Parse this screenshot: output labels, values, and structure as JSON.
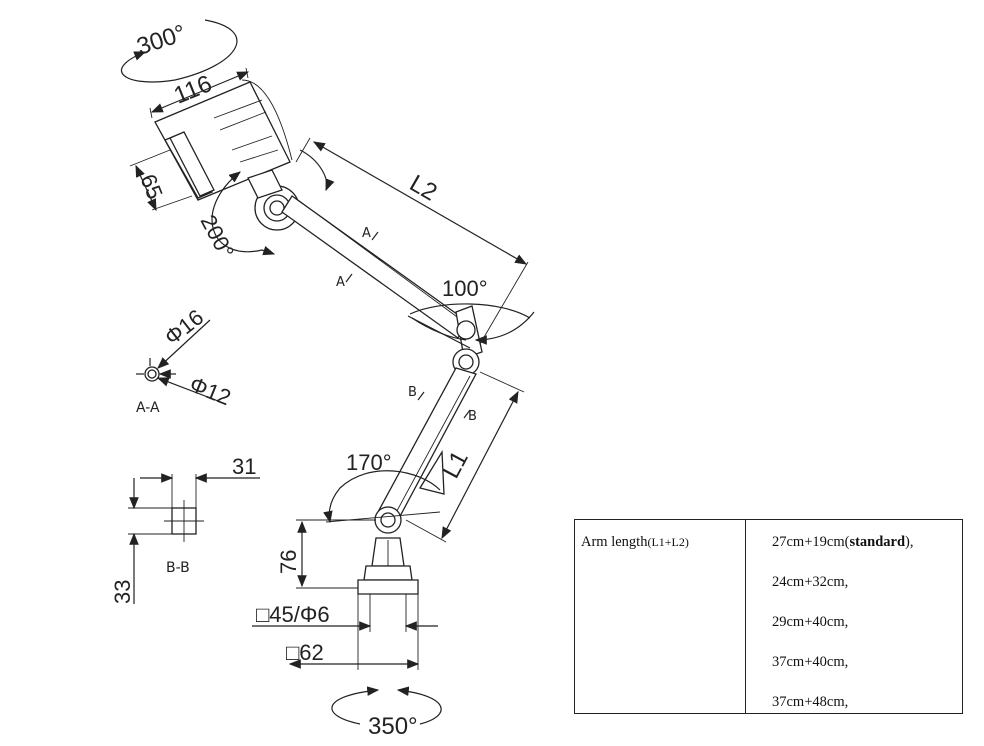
{
  "diagram": {
    "rotation_head": "300°",
    "head_length": "116",
    "head_diameter": "65",
    "head_tilt": "200°",
    "upper_arm": "L2",
    "elbow_angle": "100°",
    "lower_arm": "L1",
    "base_angle": "170°",
    "base_height": "76",
    "base_rotation": "350°",
    "base_size_1": "□45/Φ6",
    "base_size_2": "□62",
    "section_a_marker": "A",
    "section_b_marker": "B",
    "section_a_label": "A-A",
    "section_a_outer": "Φ16",
    "section_a_inner": "Φ12",
    "section_b_label": "B-B",
    "section_b_width": "31",
    "section_b_height": "33"
  },
  "spec_table": {
    "header_main": "Arm length",
    "header_sub": "(L1+L2)",
    "options": [
      {
        "text": "27cm+19cm(",
        "bold": "standard",
        "suffix": "),"
      },
      {
        "text": "24cm+32cm,"
      },
      {
        "text": "29cm+40cm,"
      },
      {
        "text": "37cm+40cm,"
      },
      {
        "text": "37cm+48cm,"
      }
    ]
  }
}
